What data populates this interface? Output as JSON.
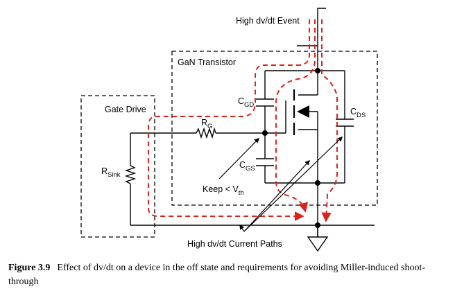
{
  "diagram": {
    "labels": {
      "event": "High dv/dt Event",
      "transistor": "GaN Transistor",
      "gate_drive": "Gate Drive",
      "cgd_main": "C",
      "cgd_sub": "GD",
      "cds_main": "C",
      "cds_sub": "DS",
      "cgs_main": "C",
      "cgs_sub": "GS",
      "rg_main": "R",
      "rg_sub": "G",
      "rsink_main": "R",
      "rsink_sub": "Sink",
      "keep_main": "Keep < V",
      "keep_sub": "th",
      "current_paths": "High dv/dt Current Paths"
    },
    "colors": {
      "wire": "#000000",
      "current_path": "#e0201c"
    }
  },
  "caption": {
    "number": "Figure 3.9",
    "text": "Effect of dv/dt on a device in the off state and requirements for avoiding Miller-induced shoot-through"
  }
}
